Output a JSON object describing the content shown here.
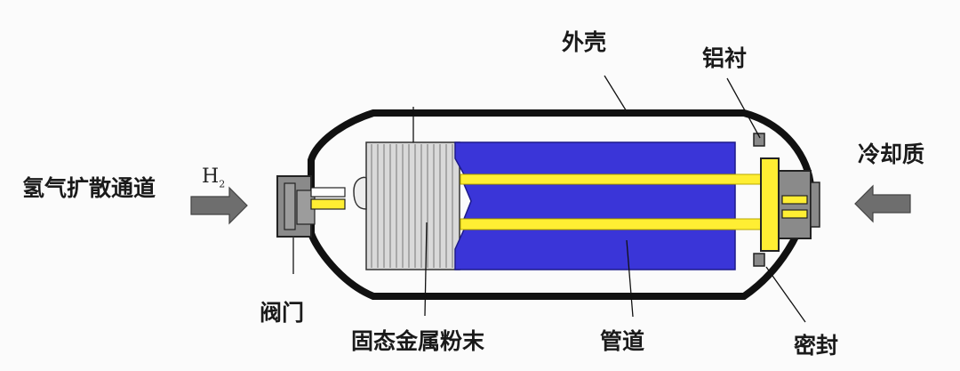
{
  "labels": {
    "shell": "外壳",
    "aluminum_liner": "铝衬",
    "coolant": "冷却质",
    "hydrogen_channel": "氢气扩散通道",
    "valve": "阀门",
    "metal_powder": "固态金属粉末",
    "pipe": "管道",
    "seal": "密封"
  },
  "h2_symbol": {
    "main": "H",
    "sub": "2"
  },
  "colors": {
    "shell_outline": "#111111",
    "powder_fill": "#d9d9d9",
    "powder_block": "#3a35d8",
    "tube": "#ffee33",
    "arrow": "#6e6e6e",
    "fitting": "#8a8a8a"
  }
}
